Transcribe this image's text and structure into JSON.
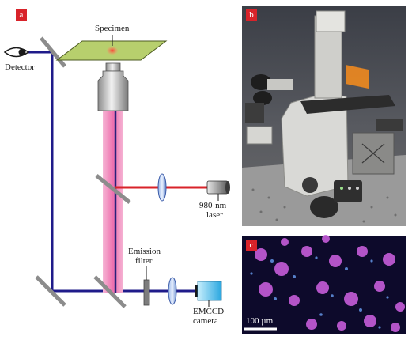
{
  "panels": {
    "a": {
      "tag": "a",
      "labels": {
        "specimen": "Specimen",
        "detector": "Detector",
        "laser_line1": "980-nm",
        "laser_line2": "laser",
        "emission_line1": "Emission",
        "emission_line2": "filter",
        "camera_line1": "EMCCD",
        "camera_line2": "camera"
      }
    },
    "b": {
      "tag": "b"
    },
    "c": {
      "tag": "c",
      "scalebar": "100 µm"
    }
  },
  "colors": {
    "beam_blue": "#1f1b8a",
    "beam_red": "#d8232a",
    "beam_pink": "#f291bf",
    "slide_green": "#b7cf6d",
    "tag_red": "#d8232a",
    "cell_magenta": "#c25bd6"
  }
}
